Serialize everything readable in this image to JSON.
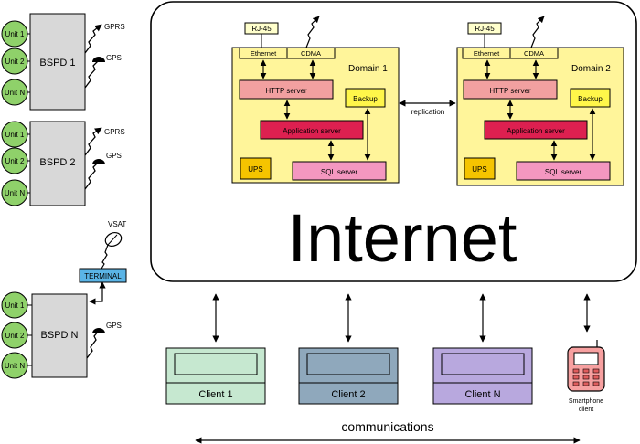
{
  "bspd_units": [
    {
      "label": "BSPD 1",
      "units": [
        "Unit 1",
        "Unit 2",
        "Unit N"
      ],
      "links": [
        "GPRS",
        "GPS"
      ]
    },
    {
      "label": "BSPD 2",
      "units": [
        "Unit 1",
        "Unit 2",
        "Unit N"
      ],
      "links": [
        "GPRS",
        "GPS"
      ]
    },
    {
      "label": "BSPD N",
      "units": [
        "Unit 1",
        "Unit 2",
        "Unit N"
      ],
      "links": [
        "GPS"
      ]
    }
  ],
  "satellite": {
    "vsat": "VSAT",
    "terminal": "TERMINAL"
  },
  "internet": {
    "label": "Internet"
  },
  "domains": [
    {
      "name": "Domain 1",
      "rj45": "RJ-45",
      "ethernet": "Ethernet",
      "cdma": "CDMA",
      "http": "HTTP server",
      "app": "Application server",
      "sql": "SQL server",
      "backup": "Backup",
      "ups": "UPS"
    },
    {
      "name": "Domain 2",
      "rj45": "RJ-45",
      "ethernet": "Ethernet",
      "cdma": "CDMA",
      "http": "HTTP server",
      "app": "Application server",
      "sql": "SQL server",
      "backup": "Backup",
      "ups": "UPS"
    }
  ],
  "replication": "replication",
  "clients": [
    "Client 1",
    "Client 2",
    "Client N"
  ],
  "smartphone": [
    "Smartphone",
    "client"
  ],
  "communications": "communications",
  "colors": {
    "unit_fill": "#8fd16a",
    "bspd_fill": "#d8d8d8",
    "domain_fill": "#fff59a",
    "http_fill": "#f2a0a0",
    "app_fill": "#dd2050",
    "sql_fill": "#f497c0",
    "backup_fill": "#fff64a",
    "ups_fill": "#f5c400",
    "terminal_fill": "#5ab4e6",
    "client1": "#c6e8d0",
    "client2": "#8fa8bc",
    "clientN": "#b8a8de",
    "phone": "#f7a0a0"
  }
}
